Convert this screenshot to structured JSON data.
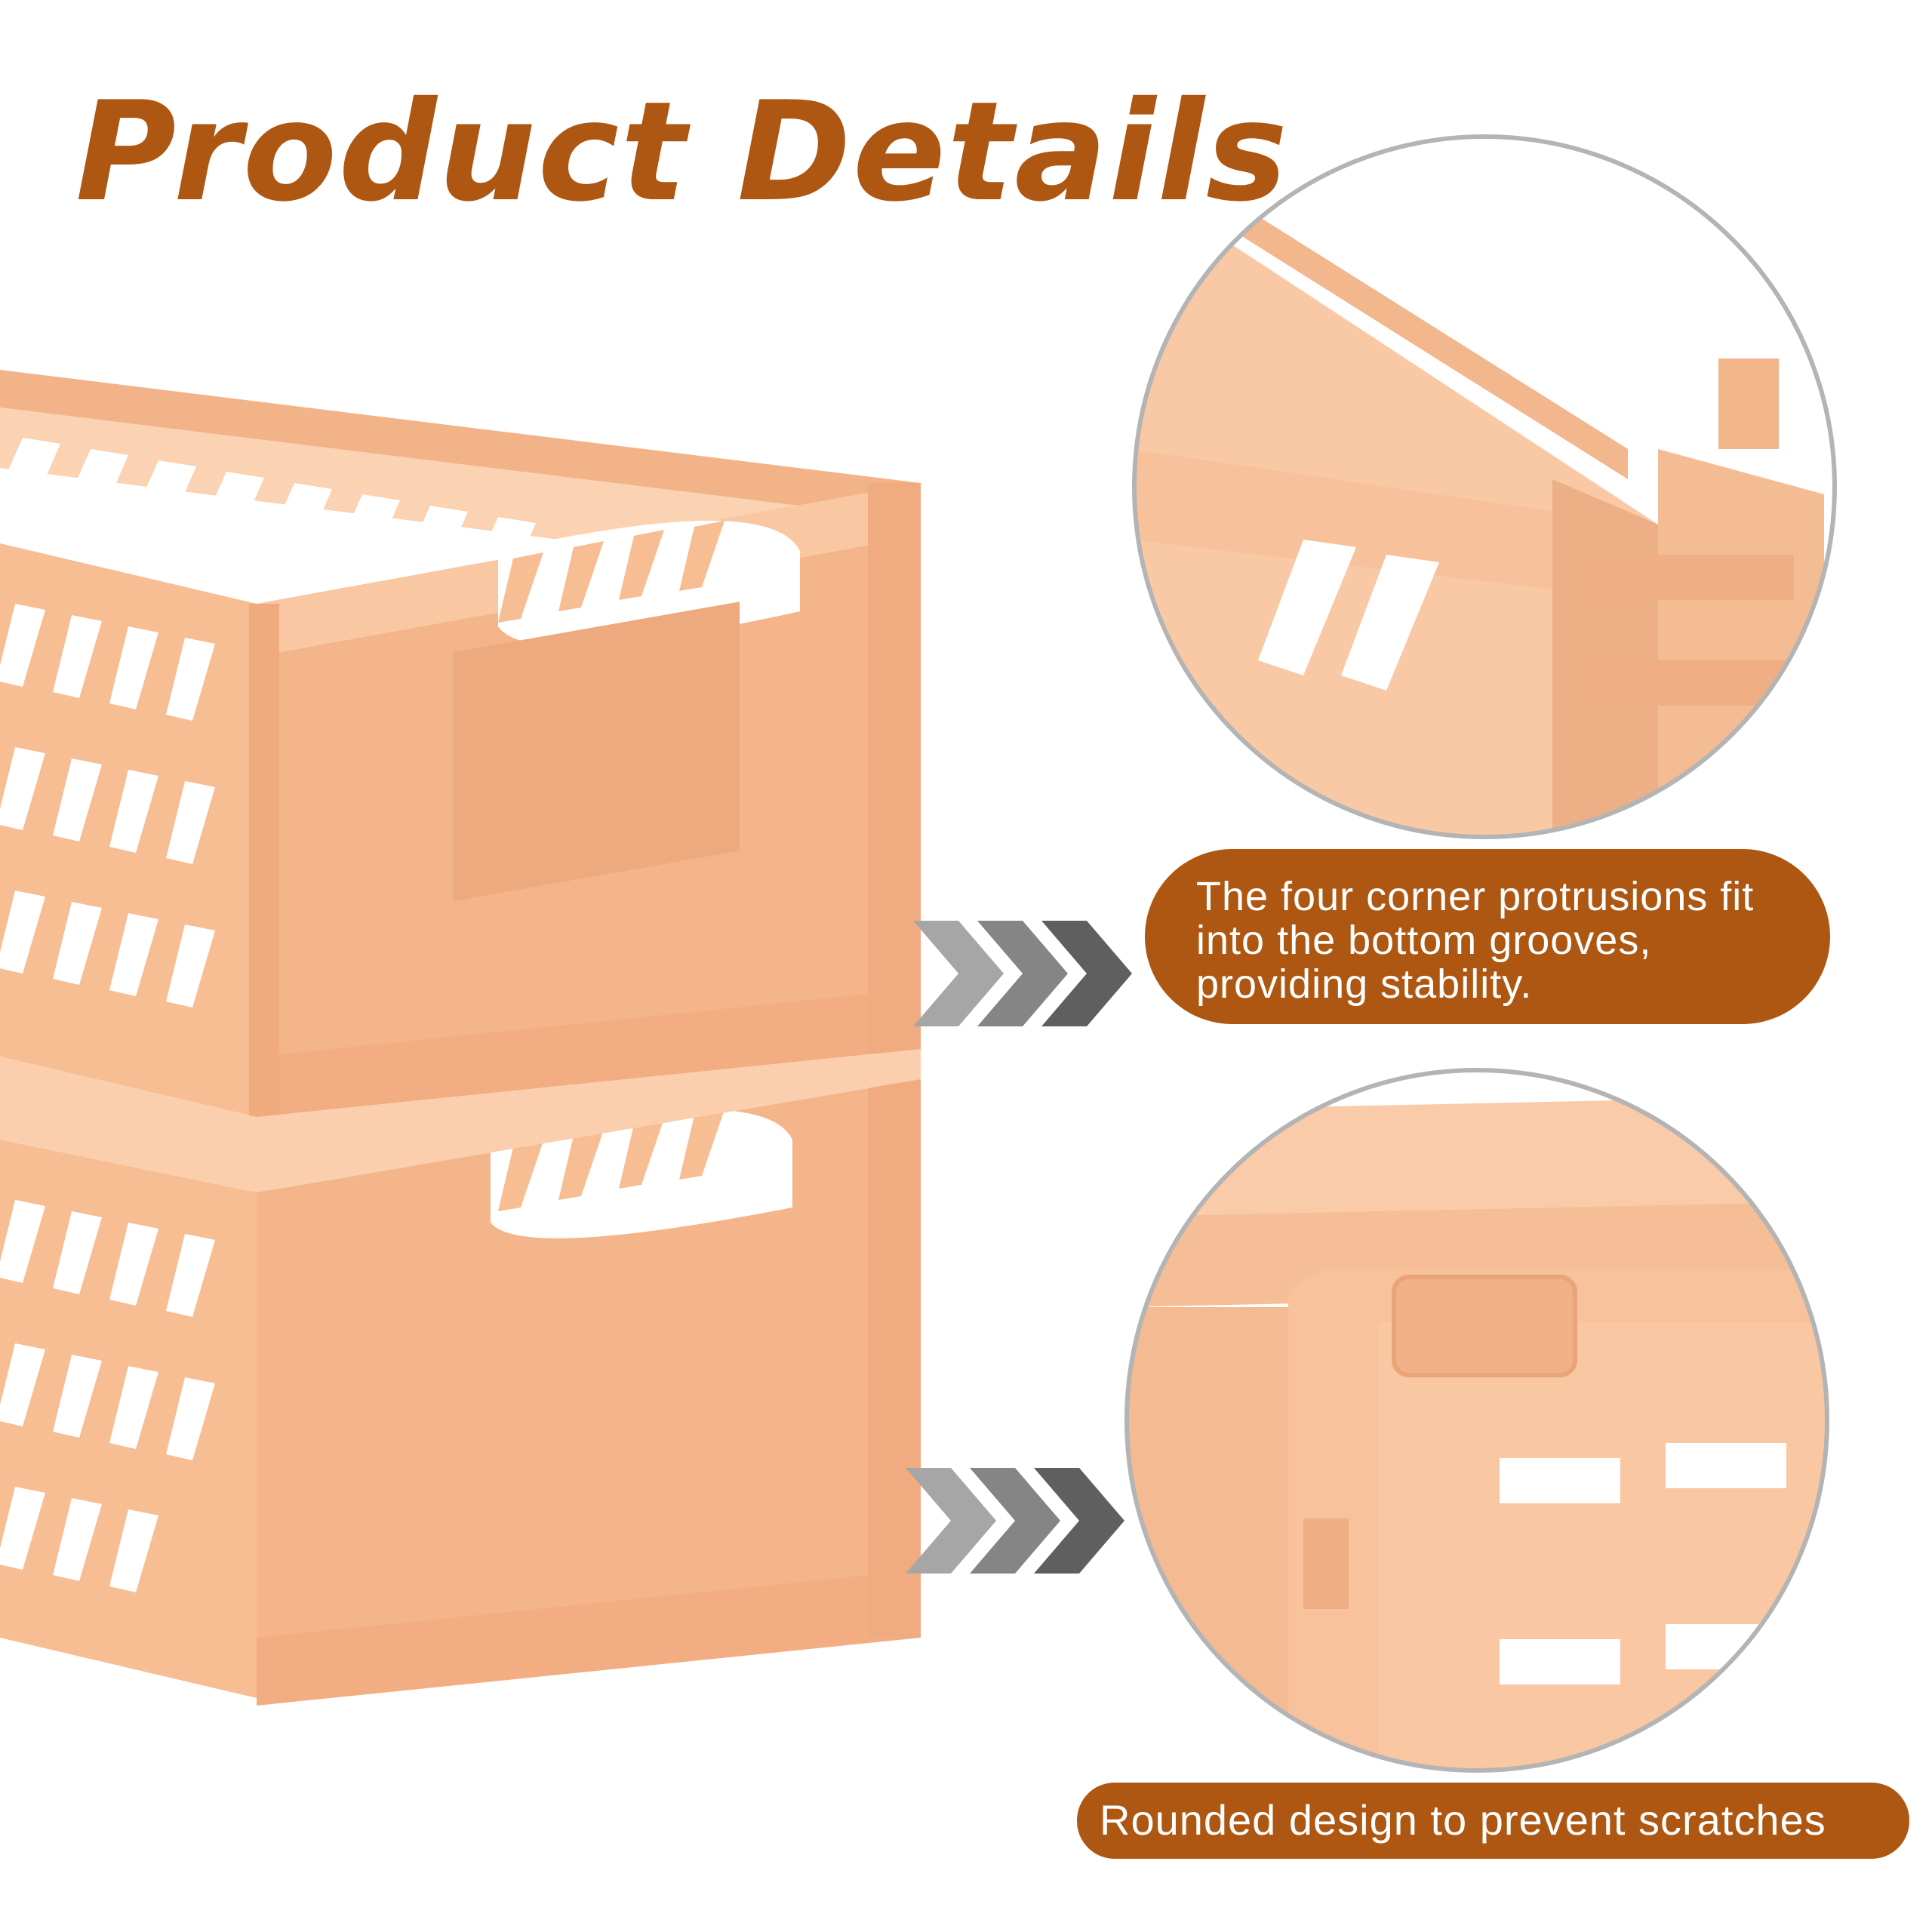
{
  "title": "Product Details",
  "callouts": [
    {
      "text": "The four corner protrusions fit into the bottom grooves, providing stability."
    },
    {
      "text": "Rounded design to prevent scratches"
    }
  ],
  "colors": {
    "accent": "#AE5712",
    "product": "#F7BD93",
    "product_shade": "#E9A477",
    "product_light": "#FBD2B2",
    "circle_border": "#B4B4B4",
    "chevron_dark": "#5F5F5F",
    "chevron_light": "#A6A6A6"
  },
  "icons": [
    "chevron-right-icon"
  ]
}
